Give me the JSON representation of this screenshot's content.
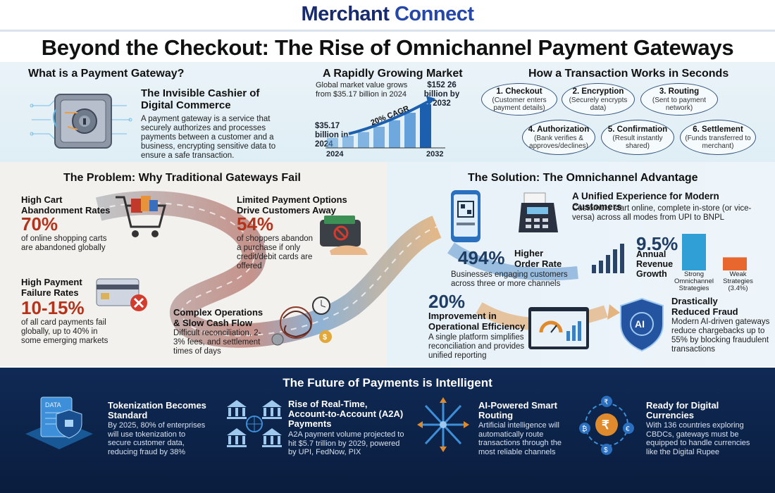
{
  "brand": {
    "part1": "Merchant ",
    "part2": "Connect"
  },
  "title": "Beyond the Checkout: The Rise of Omnichannel Payment Gateways",
  "what": {
    "heading": "What is a Payment Gateway?",
    "subheading": "The Invisible Cashier of Digital Commerce",
    "body": "A payment gateway is a service that securely authorizes and processes payments between a customer and a business, encrypting sensitive data to ensure a safe transaction."
  },
  "market": {
    "heading": "A Rapidly Growing Market",
    "desc": "Global market value grows from $35.17 billion in 2024",
    "end_label": "$152 26 billion by 2032",
    "start_label": "$35.17 billion in 2024",
    "cagr": "20% CAGR",
    "year_start": "2024",
    "year_end": "2032"
  },
  "chart_data": {
    "type": "bar",
    "categories": [
      "2024",
      "2032"
    ],
    "values": [
      35.17,
      152.26
    ],
    "title": "A Rapidly Growing Market",
    "xlabel": "",
    "ylabel": ""
  },
  "transaction": {
    "heading": "How a Transaction Works in Seconds",
    "steps": [
      {
        "title": "1. Checkout",
        "desc": "(Customer enters payment details)"
      },
      {
        "title": "2. Encryption",
        "desc": "(Securely encrypts data)"
      },
      {
        "title": "3. Routing",
        "desc": "(Sent to payment network)"
      },
      {
        "title": "4. Authorization",
        "desc": "(Bank verifies & approves/declines)"
      },
      {
        "title": "5. Confirmation",
        "desc": "(Result instantly shared)"
      },
      {
        "title": "6. Settlement",
        "desc": "(Funds transferred to merchant)"
      }
    ]
  },
  "problem": {
    "heading": "The Problem: Why Traditional Gateways Fail",
    "cart": {
      "title": "High Cart Abandonment Rates",
      "stat": "70%",
      "desc": "of online shopping carts are abandoned globally"
    },
    "options": {
      "title": "Limited Payment Options Drive Customers Away",
      "stat": "54%",
      "desc": "of shoppers abandon a purchase if only credit/debit cards are offered"
    },
    "failure": {
      "title": "High Payment Failure Rates",
      "stat": "10-15%",
      "desc": "of all card payments fail globally, up to 40% in some emerging markets"
    },
    "ops": {
      "title": "Complex Operations & Slow Cash Flow",
      "desc": "Difficult reconciliation, 2-3% fees, and settlement times of days"
    }
  },
  "solution": {
    "heading": "The Solution: The Omnichannel Advantage",
    "unified": {
      "title": "A Unified Experience for Modern Customers",
      "desc": "Customers start online, complete in-store (or vice-versa) across all modes from UPI to BNPL"
    },
    "order": {
      "stat": "494%",
      "title": "Higher Order Rate",
      "desc": "Businesses engaging customers across three or more channels"
    },
    "revenue": {
      "stat": "9.5%",
      "title": "Annual Revenue Growth",
      "strong": "Strong Omnichannel Strategies",
      "weak": "Weak Strategies (3.4%)"
    },
    "efficiency": {
      "stat": "20%",
      "title": "Improvement in Operational Efficiency",
      "desc": "A single platform simplifies reconciliation and provides unified reporting"
    },
    "fraud": {
      "title": "Drastically Reduced Fraud",
      "desc": "Modern AI-driven gateways reduce chargebacks up to 55% by blocking fraudulent transactions"
    }
  },
  "revenue_chart": {
    "type": "bar",
    "categories": [
      "Strong Omnichannel Strategies",
      "Weak Strategies"
    ],
    "values": [
      9.5,
      3.4
    ]
  },
  "future": {
    "heading": "The Future of Payments is Intelligent",
    "items": [
      {
        "title": "Tokenization Becomes Standard",
        "desc": "By 2025, 80% of enterprises will use tokenization to secure customer data, reducing fraud by 38%"
      },
      {
        "title": "Rise of Real-Time, Account-to-Account (A2A) Payments",
        "desc": "A2A payment volume projected to hit $5.7 trillion by 2029, powered by UPI, FedNow, PIX"
      },
      {
        "title": "AI-Powered Smart Routing",
        "desc": "Artificial intelligence will automatically route transactions through the most reliable channels"
      },
      {
        "title": "Ready for Digital Currencies",
        "desc": "With 136 countries exploring CBDCs, gateways must be equipped to handle currencies like the Digital Rupee"
      }
    ]
  },
  "icons": {
    "safe": "safe-icon",
    "cart": "shopping-cart-icon",
    "wallet": "wallet-icon",
    "card": "credit-card-icon",
    "gears": "gears-icon",
    "phone": "phone-qr-icon",
    "terminal": "pos-terminal-icon",
    "dashboard": "dashboard-icon",
    "shield": "ai-shield-icon",
    "data": "data-tokenization-icon",
    "bank": "bank-transfer-icon",
    "routing": "routing-arrows-icon",
    "currency": "digital-currency-icon"
  },
  "colors": {
    "brand": "#172b6e",
    "accent_red": "#b2341c",
    "accent_blue": "#1f6fb8",
    "footer_bg": "#0f2a55"
  }
}
